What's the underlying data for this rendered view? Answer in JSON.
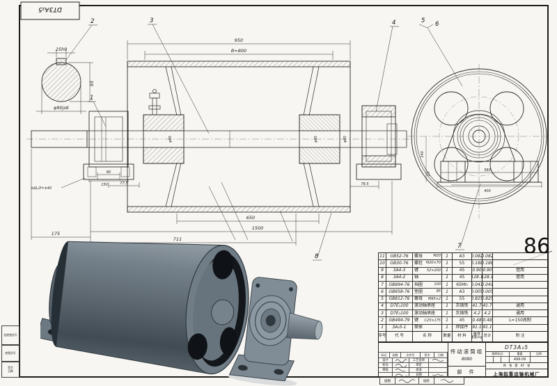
{
  "sheet": {
    "page_number": "86",
    "corner_code": "DT3A₂5"
  },
  "balloons": {
    "b1": "1",
    "b2": "2",
    "b3": "3",
    "b4": "4",
    "b5": "5",
    "b6": "6",
    "b7": "7",
    "b8": "8"
  },
  "dims": {
    "top_len": "950",
    "face_len": "B=800",
    "inner_650": "650",
    "overall_1500": "1500",
    "left_711": "711",
    "left_175": "175",
    "brg_80": "80",
    "brg_150": "150",
    "tol_note": "±ΔL/2=±40",
    "left_775": "77.5",
    "right_785": "78.5",
    "shaft_d1": "φ95",
    "shaft_d2": "φ95",
    "shaft_d3": "φ85",
    "detail_key": "25h9",
    "detail_h": "95",
    "detail_dia": "φ90js6",
    "end_580": "580",
    "end_400": "400",
    "end_140": "140",
    "end_25": "25"
  },
  "parts": {
    "header": {
      "seq": "序号",
      "code": "代  号",
      "name": "名    称",
      "qty": "数量",
      "mat": "材  料",
      "unit": "单件",
      "total": "总计",
      "wt": "重量(kg)",
      "remark": "附  注"
    },
    "rows": [
      {
        "seq": "11",
        "code": "GB52-76",
        "name": "螺母",
        "spec": "M20",
        "qty": "1",
        "mat": "A3",
        "unit": "0.082",
        "total": "0.082",
        "remark": ""
      },
      {
        "seq": "10",
        "code": "GB30-76",
        "name": "螺栓",
        "spec": "M20×70",
        "qty": "1",
        "mat": "55",
        "unit": "0.188",
        "total": "0.188",
        "remark": ""
      },
      {
        "seq": "9",
        "code": "3A4-3",
        "name": "键",
        "spec": "52×200",
        "qty": "1",
        "mat": "45",
        "unit": "0.90",
        "total": "0.90",
        "remark": "借用"
      },
      {
        "seq": "8",
        "code": "3A4-2",
        "name": "轴",
        "spec": "",
        "qty": "1",
        "mat": "45",
        "unit": "128.1",
        "total": "128.1",
        "remark": "借用"
      },
      {
        "seq": "7",
        "code": "GB894-76",
        "name": "挡圈",
        "spec": "100",
        "qty": "1",
        "mat": "65Mn",
        "unit": "0.041",
        "total": "0.041",
        "remark": ""
      },
      {
        "seq": "6",
        "code": "GB858-76",
        "name": "垫圈",
        "spec": "95",
        "qty": "1",
        "mat": "A3",
        "unit": "0.005",
        "total": "0.005",
        "remark": ""
      },
      {
        "seq": "5",
        "code": "GB812-76",
        "name": "螺母",
        "spec": "M95×2",
        "qty": "1",
        "mat": "55",
        "unit": "0.825",
        "total": "0.825",
        "remark": ""
      },
      {
        "seq": "4",
        "code": "D7E₂100",
        "name": "滚动轴承座",
        "spec": "",
        "qty": "1",
        "mat": "灰铸铁",
        "unit": "41.7",
        "total": "41.7",
        "remark": "通用"
      },
      {
        "seq": "3",
        "code": "D7E₂100",
        "name": "滚动轴承座",
        "spec": "",
        "qty": "1",
        "mat": "灰铸铁",
        "unit": "4.2",
        "total": "4.2",
        "remark": "通用"
      },
      {
        "seq": "2",
        "code": "GB494-79",
        "name": "键",
        "spec": "C25×175",
        "qty": "1",
        "mat": "45",
        "unit": "0.48",
        "total": "0.48",
        "remark": "L=150改制"
      },
      {
        "seq": "1",
        "code": "3A₂5-1",
        "name": "筒体",
        "spec": "",
        "qty": "1",
        "mat": "焊接件",
        "unit": "291.19",
        "total": "291.19",
        "remark": ""
      }
    ]
  },
  "title_block": {
    "drawing_no": "DT3A₂5",
    "title": "传动滚筒组",
    "model": "8080",
    "part_type": "部  件",
    "company": "上海起重运输机械厂",
    "grid": {
      "mark": "图样标记",
      "weight": "重量",
      "scale": "比例",
      "weight_value": "499.09",
      "scale_value": ""
    },
    "sheet_row": {
      "total": "共",
      "zhang1": "张",
      "no": "第",
      "no_value": "95",
      "zhang2": "张"
    },
    "sig": {
      "h1": "标记",
      "h2": "处数",
      "h3": "文件号",
      "h4": "签字",
      "h5": "日期",
      "r1l": "设计",
      "r1r": "工艺会审",
      "r2l": "校对",
      "r2r": "审定",
      "r3l": "审核",
      "r3r": "批准",
      "r4l": "",
      "r4r": "日期"
    },
    "trace": {
      "tu": "描图",
      "xiao": "描校"
    }
  },
  "margin": {
    "old_no": "旧底图总号",
    "no": "底图总号",
    "sign": "签字",
    "date": "日期"
  }
}
